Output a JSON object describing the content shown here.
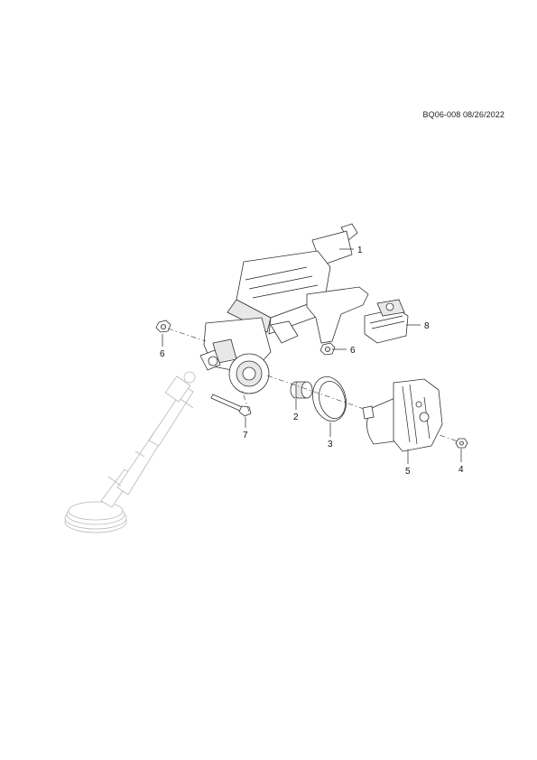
{
  "reference": "BQ06-008 08/26/2022",
  "callouts": {
    "c1": "1",
    "c2": "2",
    "c3": "3",
    "c4": "4",
    "c5": "5",
    "c6a": "6",
    "c6b": "6",
    "c7": "7",
    "c8": "8"
  }
}
